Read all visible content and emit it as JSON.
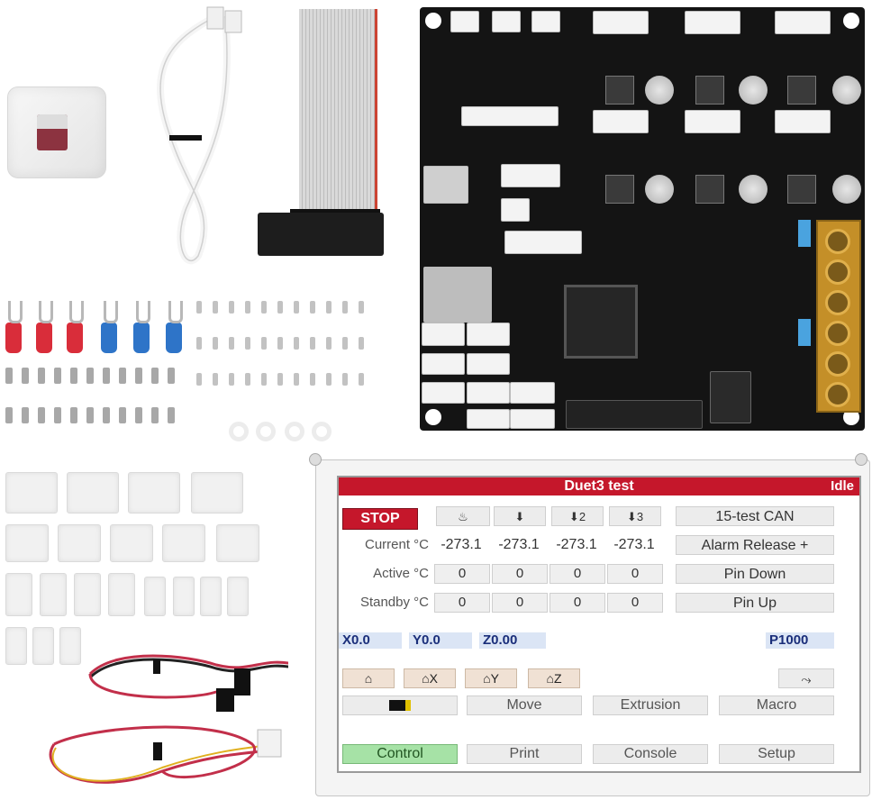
{
  "display": {
    "title": "Duet3 test",
    "status": "Idle",
    "stop_label": "STOP",
    "heater_icons": [
      "bed-heater-icon",
      "tool-0-icon",
      "tool-2-icon",
      "tool-3-icon"
    ],
    "heater_labels": [
      "",
      "",
      "2",
      "3"
    ],
    "board_button": "15-test CAN",
    "rows": [
      {
        "label": "Current °C",
        "values": [
          "-273.1",
          "-273.1",
          "-273.1",
          "-273.1"
        ]
      },
      {
        "label": "Active °C",
        "values": [
          "0",
          "0",
          "0",
          "0"
        ]
      },
      {
        "label": "Standby °C",
        "values": [
          "0",
          "0",
          "0",
          "0"
        ]
      }
    ],
    "right_buttons": [
      "Alarm Release +",
      "Pin Down",
      "Pin Up"
    ],
    "axes": [
      "X0.0",
      "Y0.0",
      "Z0.00"
    ],
    "p_value": "P1000",
    "home_icons": [
      "home-all-icon",
      "home-x-icon",
      "home-y-icon",
      "home-z-icon"
    ],
    "home_labels": [
      "",
      "X",
      "Y",
      "Z"
    ],
    "menu": [
      "",
      "Move",
      "Extrusion",
      "Macro"
    ],
    "tabs": [
      "Control",
      "Print",
      "Console",
      "Setup"
    ],
    "active_tab": "Control",
    "colors": {
      "header": "#c5172b",
      "active_tab": "#a6e2a6",
      "axis_bg": "#dbe5f5",
      "home_bg": "#f0e1d4"
    }
  }
}
